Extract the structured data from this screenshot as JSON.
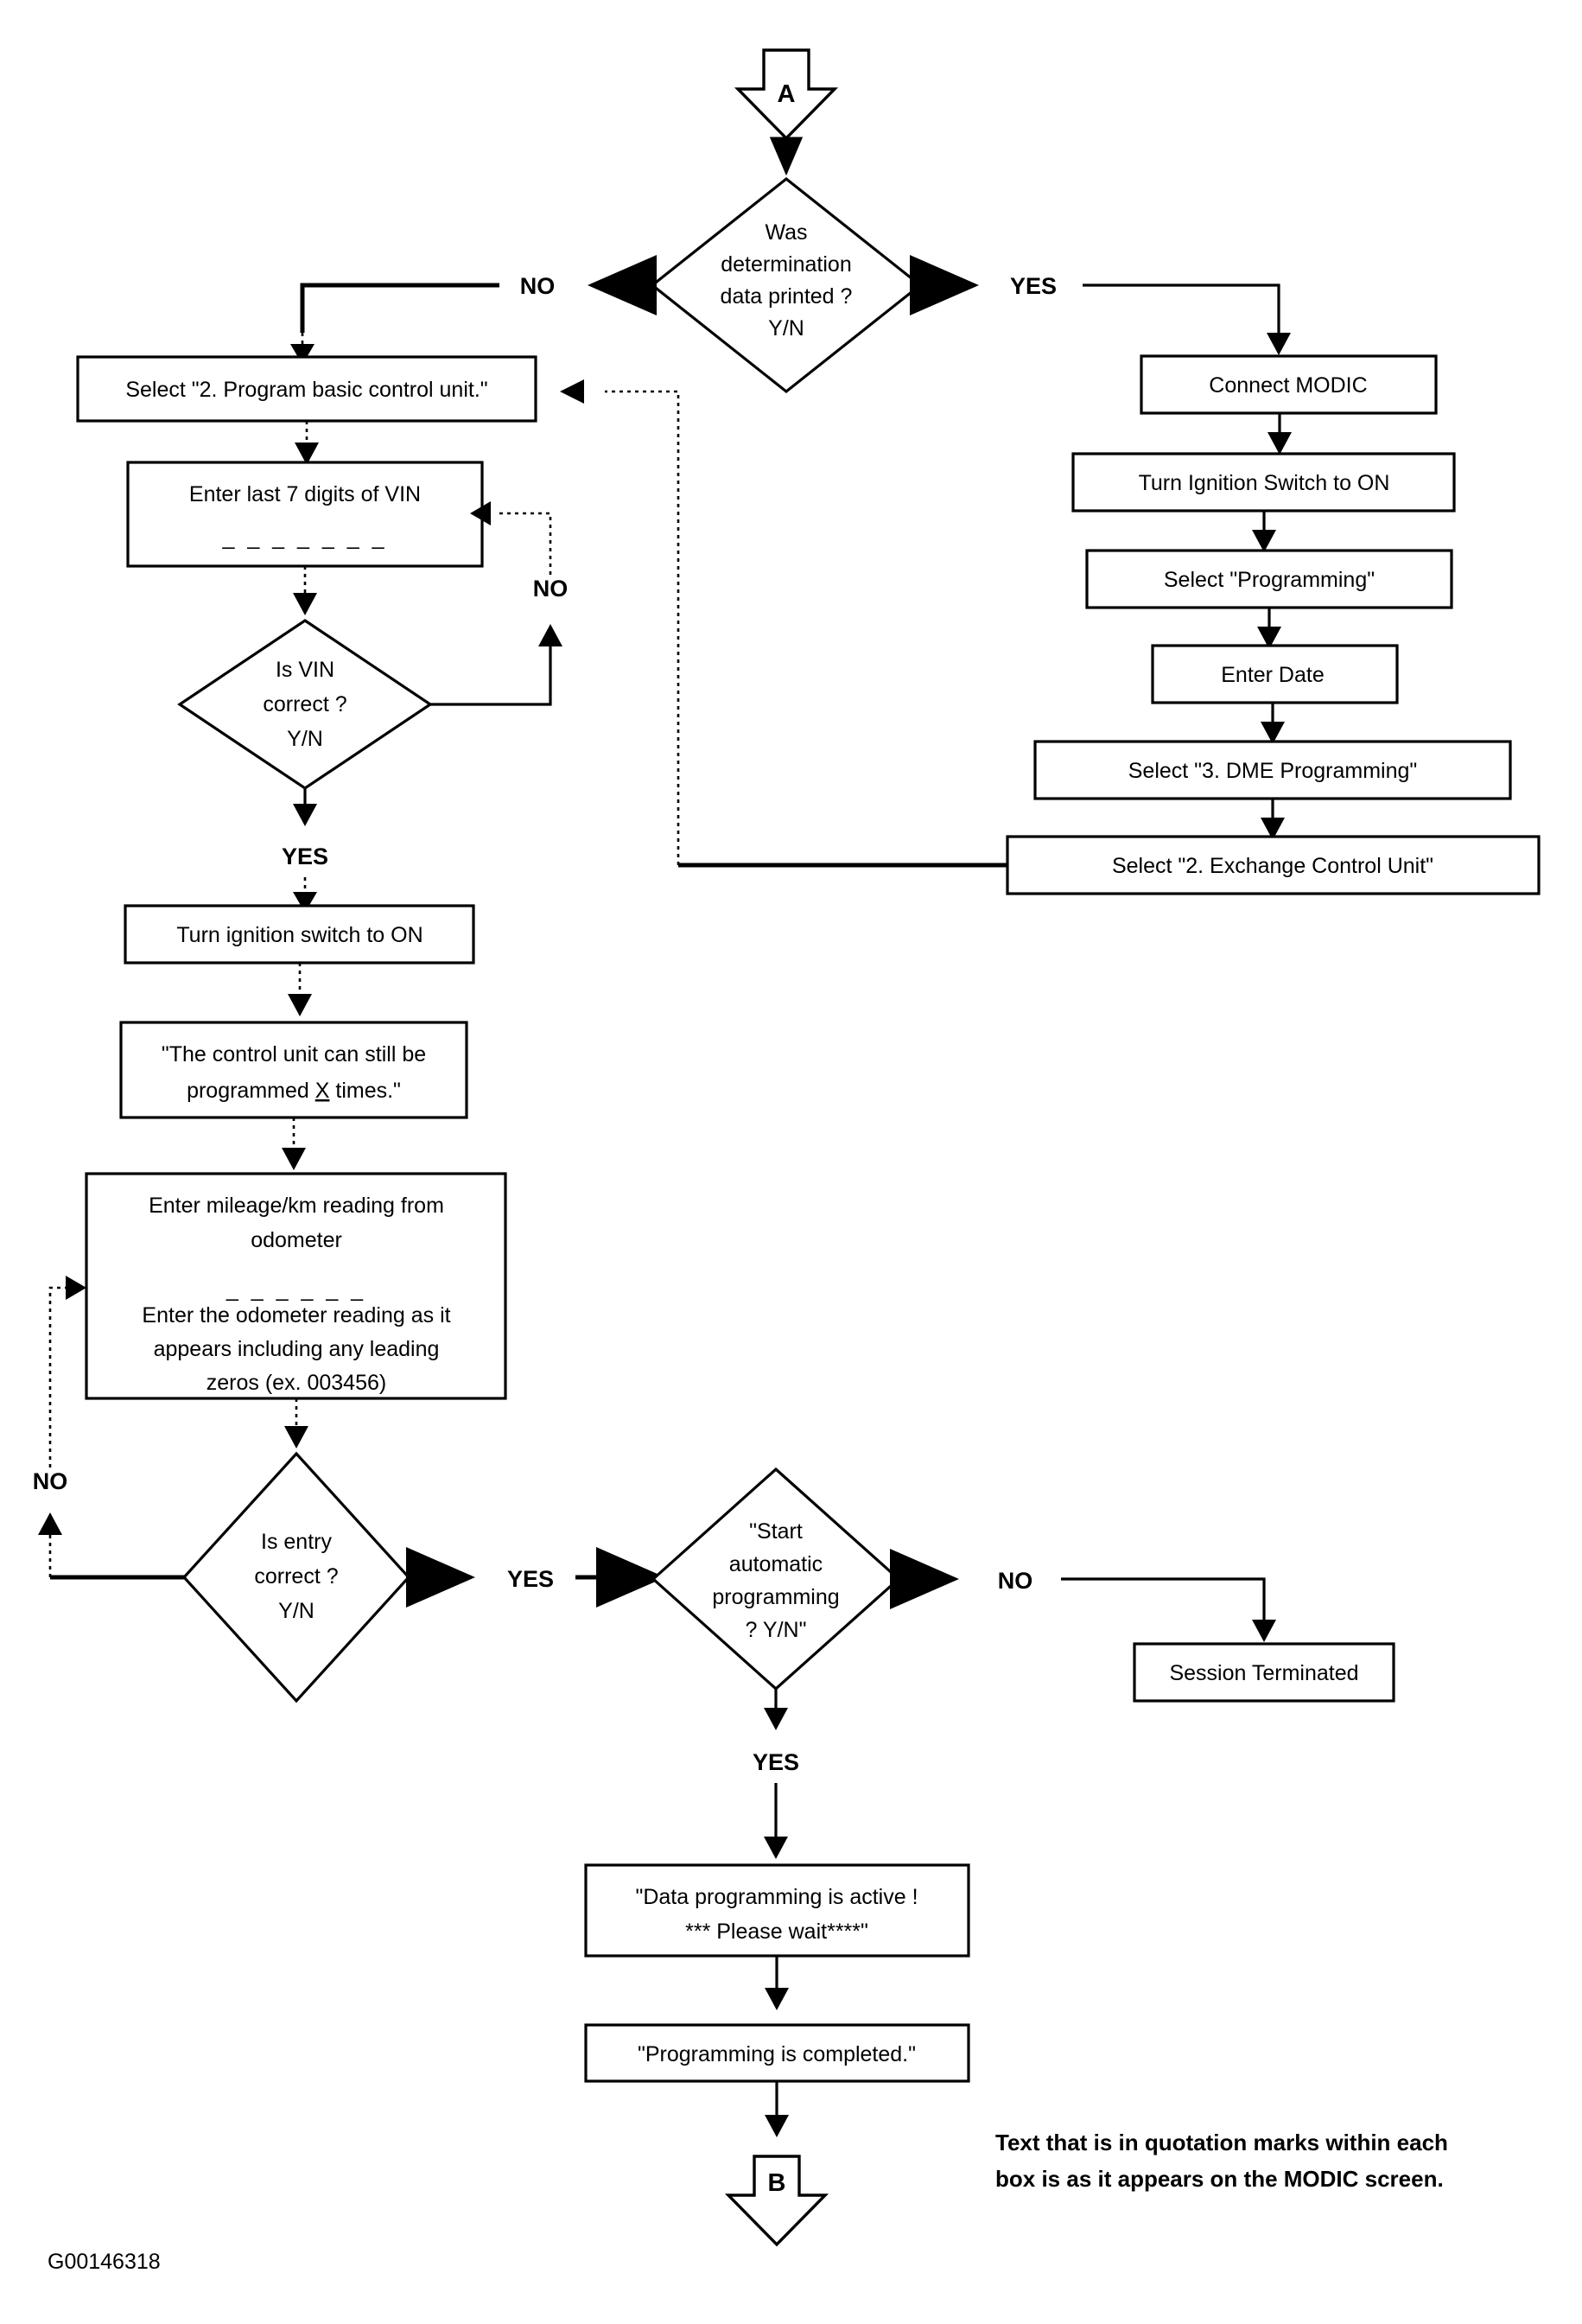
{
  "diagram": {
    "footer_id": "G00146318",
    "note": {
      "line1": "Text that is in quotation marks within each",
      "line2": "box is as it appears on the MODIC screen."
    },
    "connectors": {
      "top": "A",
      "bottom": "B"
    },
    "labels": {
      "no": "NO",
      "yes": "YES"
    },
    "decisions": [
      {
        "id": "was-determination-data-printed",
        "line1": "Was",
        "line2": "determination",
        "line3": "data printed ?",
        "line4": "Y/N",
        "no_label": "NO",
        "yes_label": "YES"
      },
      {
        "id": "is-vin-correct",
        "line1": "Is VIN",
        "line2": "correct ?",
        "line3": "Y/N",
        "no_label": "NO",
        "yes_label": "YES"
      },
      {
        "id": "is-entry-correct",
        "line1": "Is entry",
        "line2": "correct ?",
        "line3": "Y/N",
        "no_label": "NO",
        "yes_label": "YES"
      },
      {
        "id": "start-automatic-programming",
        "line1": "\"Start",
        "line2": "automatic",
        "line3": "programming",
        "line4": "? Y/N\"",
        "no_label": "NO",
        "yes_label": "YES"
      }
    ],
    "boxes": [
      {
        "id": "select-program-basic-control-unit",
        "line1": "Select \"2. Program basic control unit.\""
      },
      {
        "id": "enter-last-7-digits-of-vin",
        "line1": "Enter last 7 digits of VIN",
        "line2": "_ _ _ _ _ _ _"
      },
      {
        "id": "turn-ignition-switch-to-on-left",
        "line1": "Turn ignition switch to ON"
      },
      {
        "id": "control-unit-can-still-be-programmed",
        "line1": "\"The control unit can still be",
        "line2_a": "programmed ",
        "line2_b": "X",
        "line2_c": " times.\""
      },
      {
        "id": "enter-mileage-odometer",
        "line1": "Enter mileage/km reading from",
        "line2": "odometer",
        "line3": "_ _ _ _ _ _",
        "line4": "Enter the odometer reading as it",
        "line5": "appears including any leading",
        "line6": "zeros (ex. 003456)"
      },
      {
        "id": "connect-modic",
        "line1": "Connect MODIC"
      },
      {
        "id": "turn-ignition-switch-to-on-right",
        "line1": "Turn Ignition Switch to ON"
      },
      {
        "id": "select-programming",
        "line1": "Select \"Programming\""
      },
      {
        "id": "enter-date",
        "line1": "Enter Date"
      },
      {
        "id": "select-3-dme-programming",
        "line1": "Select \"3. DME Programming\""
      },
      {
        "id": "select-2-exchange-control-unit",
        "line1": "Select \"2. Exchange Control Unit\""
      },
      {
        "id": "session-terminated",
        "line1": "Session Terminated"
      },
      {
        "id": "data-programming-is-active",
        "line1": "\"Data programming is active !",
        "line2": "*** Please wait****\""
      },
      {
        "id": "programming-is-completed",
        "line1": "\"Programming is completed.\""
      }
    ]
  }
}
